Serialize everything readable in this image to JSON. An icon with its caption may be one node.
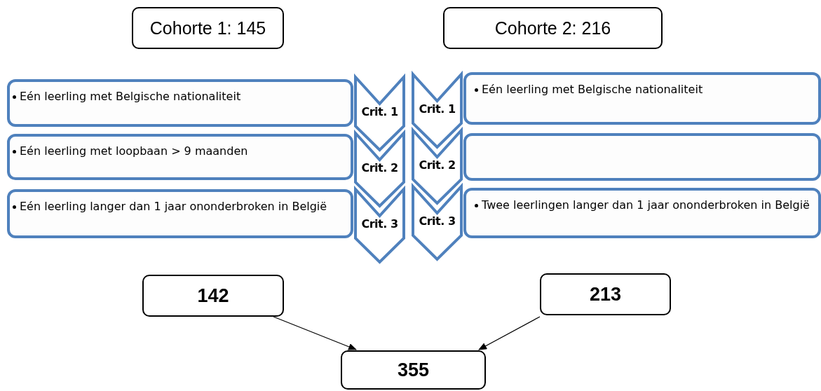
{
  "diagram": {
    "nodes": [
      {
        "text": [
          "Cohorte 1: 145"
        ]
      },
      {
        "text": [
          "Cohorte 2: 216"
        ]
      },
      {
        "text": [
          "Eén leerling met Belgische nationaliteit"
        ]
      },
      {
        "text": [
          "Eén leerling met loopbaan > 9 maanden"
        ]
      },
      {
        "text": [
          "Eén leerling langer dan 1 jaar ononderbroken in België"
        ]
      },
      {
        "text": [
          "Crit. 1"
        ]
      },
      {
        "text": [
          "Crit. 2"
        ]
      },
      {
        "text": [
          "Crit. 3"
        ]
      },
      {
        "text": [
          "Crit. 1"
        ]
      },
      {
        "text": [
          "Crit. 2"
        ]
      },
      {
        "text": [
          "Crit. 3"
        ]
      },
      {
        "text": [
          "Eén leerling met Belgische nationaliteit"
        ]
      },
      {
        "text": [],
        "shape": "box"
      },
      {
        "text": [
          "Twee leerlingen langer dan 1 jaar ononderbroken in België"
        ]
      },
      {
        "text": [
          "142"
        ]
      },
      {
        "text": [
          "213"
        ]
      },
      {
        "text": [
          "355"
        ]
      }
    ],
    "edges": [
      {
        "from": 14,
        "to": 16,
        "arrow": "to"
      },
      {
        "from": 15,
        "to": 16,
        "arrow": "to"
      }
    ]
  }
}
